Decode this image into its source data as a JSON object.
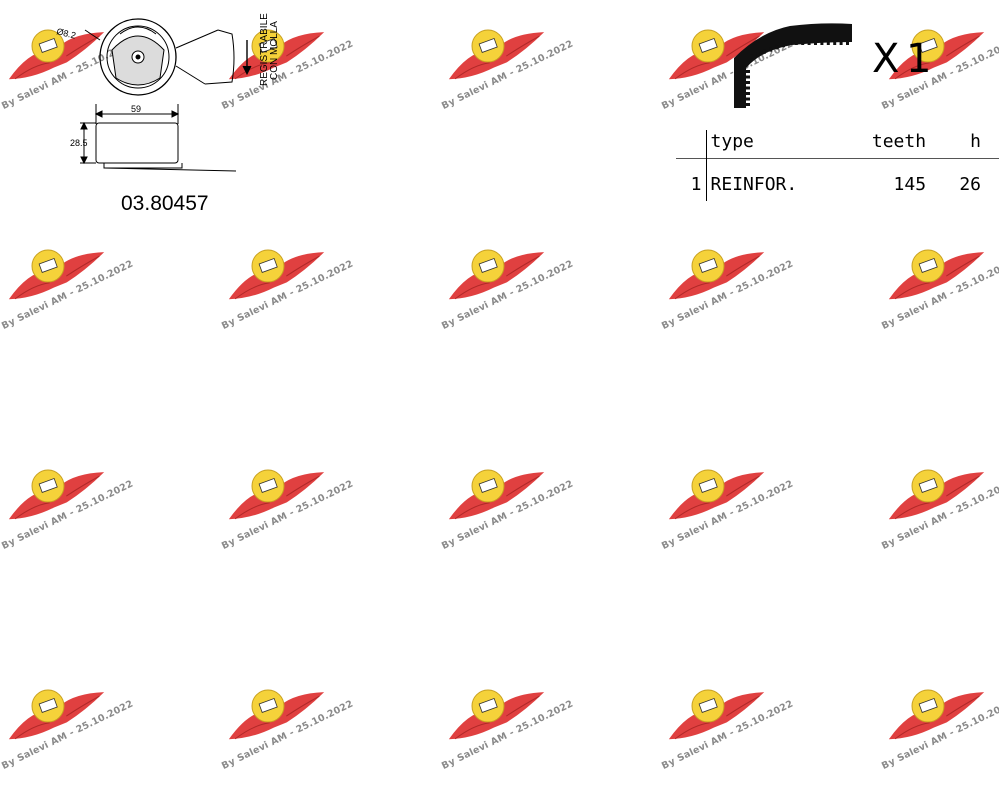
{
  "watermark": {
    "caption": "By Salevi AM - 25.10.2022",
    "colors": {
      "wing": "#e04040",
      "disc": "#f5d23a"
    }
  },
  "tensioner": {
    "part_number": "03.80457",
    "labels": {
      "diameter": "Ø8.2",
      "width": "59",
      "height": "28.5",
      "note_line1": "REGISTRABILE",
      "note_line2": "CON MOLLA"
    }
  },
  "belt": {
    "quantity_prefix": "X",
    "quantity": "1",
    "table": {
      "headers": {
        "index": "",
        "type": "type",
        "teeth": "teeth",
        "h": "h"
      },
      "rows": [
        {
          "index": "1",
          "type": "REINFOR.",
          "teeth": "145",
          "h": "26"
        }
      ]
    }
  }
}
